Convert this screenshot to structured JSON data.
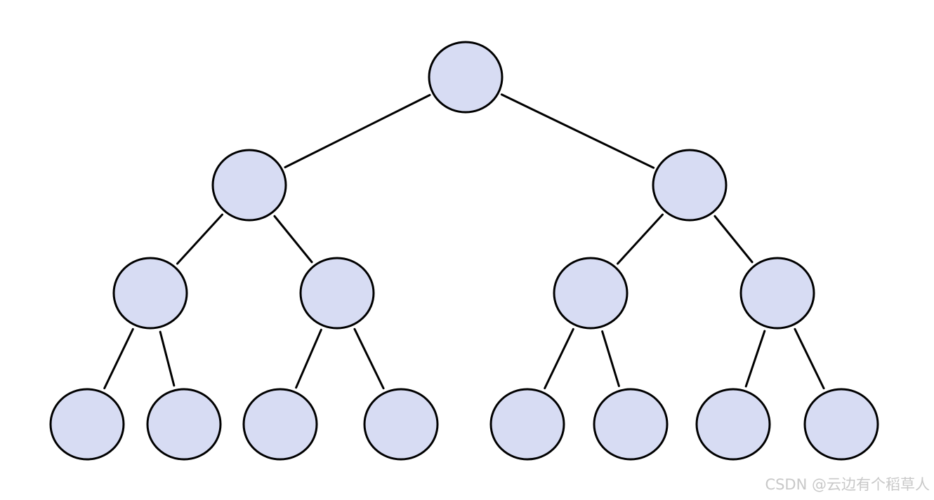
{
  "diagram": {
    "type": "binary-tree",
    "node_fill": "#d7dcf3",
    "node_stroke": "#000000",
    "edge_color": "#000000",
    "nodes": [
      {
        "id": "n1",
        "level": 0
      },
      {
        "id": "n2",
        "level": 1
      },
      {
        "id": "n3",
        "level": 1
      },
      {
        "id": "n4",
        "level": 2
      },
      {
        "id": "n5",
        "level": 2
      },
      {
        "id": "n6",
        "level": 2
      },
      {
        "id": "n7",
        "level": 2
      },
      {
        "id": "n8",
        "level": 3
      },
      {
        "id": "n9",
        "level": 3
      },
      {
        "id": "n10",
        "level": 3
      },
      {
        "id": "n11",
        "level": 3
      },
      {
        "id": "n12",
        "level": 3
      },
      {
        "id": "n13",
        "level": 3
      },
      {
        "id": "n14",
        "level": 3
      },
      {
        "id": "n15",
        "level": 3
      }
    ],
    "edges": [
      [
        "n1",
        "n2"
      ],
      [
        "n1",
        "n3"
      ],
      [
        "n2",
        "n4"
      ],
      [
        "n2",
        "n5"
      ],
      [
        "n3",
        "n6"
      ],
      [
        "n3",
        "n7"
      ],
      [
        "n4",
        "n8"
      ],
      [
        "n4",
        "n9"
      ],
      [
        "n5",
        "n10"
      ],
      [
        "n5",
        "n11"
      ],
      [
        "n6",
        "n12"
      ],
      [
        "n6",
        "n13"
      ],
      [
        "n7",
        "n14"
      ],
      [
        "n7",
        "n15"
      ]
    ]
  },
  "watermark": {
    "text": "CSDN @云边有个稻草人"
  }
}
